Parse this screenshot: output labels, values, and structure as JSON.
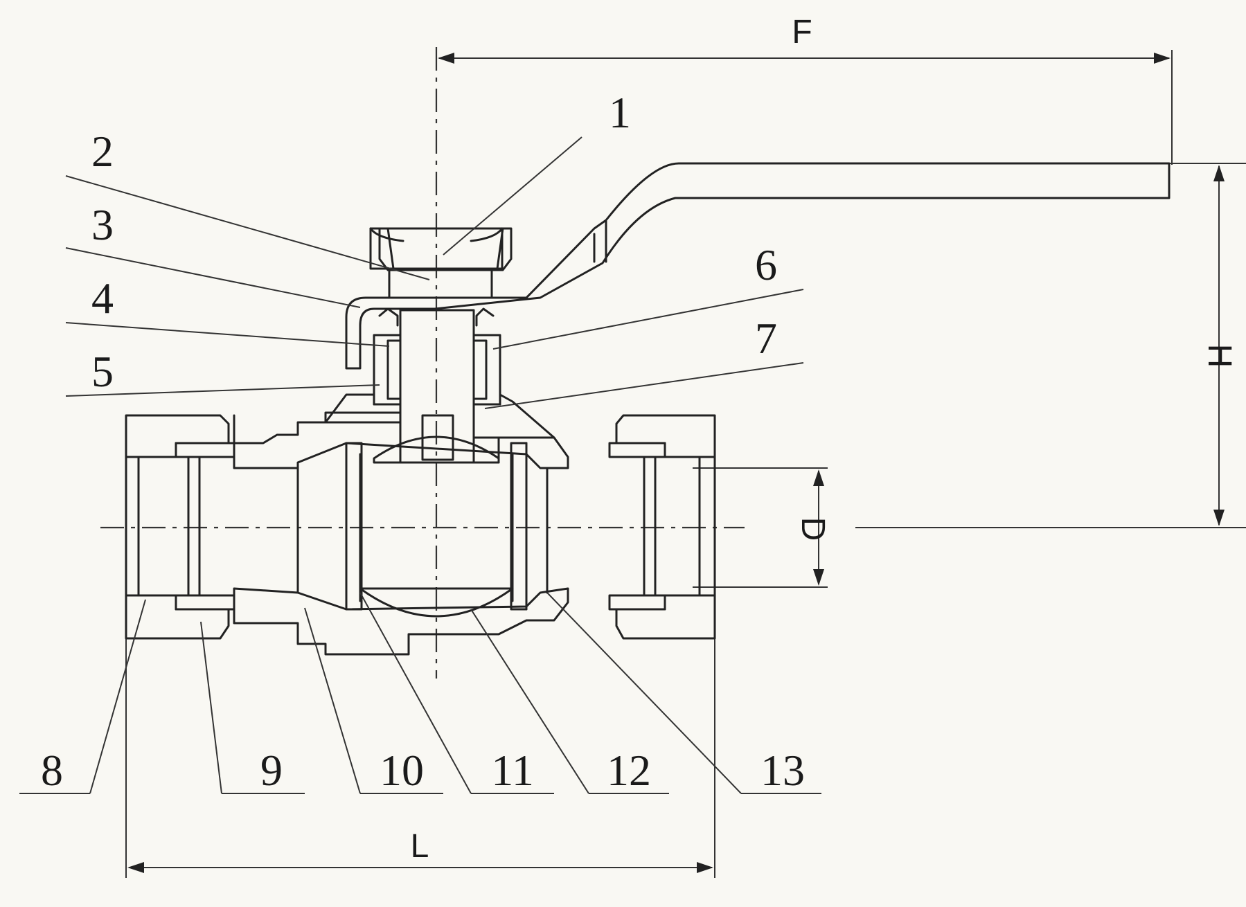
{
  "diagram": {
    "part_labels": [
      "1",
      "2",
      "3",
      "4",
      "5",
      "6",
      "7",
      "8",
      "9",
      "10",
      "11",
      "12",
      "13"
    ],
    "dimension_labels": {
      "F": "F",
      "H": "H",
      "D": "D",
      "L": "L"
    }
  }
}
